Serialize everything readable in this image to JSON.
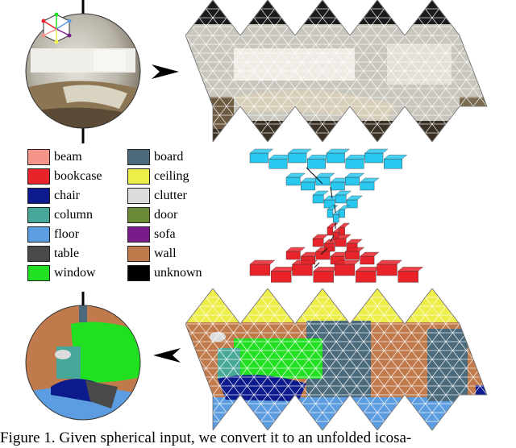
{
  "legend": {
    "items": [
      {
        "label": "beam",
        "color": "#f4948a"
      },
      {
        "label": "bookcase",
        "color": "#e8232a"
      },
      {
        "label": "chair",
        "color": "#0b1a8c"
      },
      {
        "label": "column",
        "color": "#47a89a"
      },
      {
        "label": "floor",
        "color": "#5c9ce0"
      },
      {
        "label": "table",
        "color": "#4a4a4a"
      },
      {
        "label": "window",
        "color": "#21e021"
      },
      {
        "label": "board",
        "color": "#4b6b7c"
      },
      {
        "label": "ceiling",
        "color": "#eeee4a"
      },
      {
        "label": "clutter",
        "color": "#dcdcdc"
      },
      {
        "label": "door",
        "color": "#6b8a38"
      },
      {
        "label": "sofa",
        "color": "#7a1b8c"
      },
      {
        "label": "wall",
        "color": "#c07a4c"
      },
      {
        "label": "unknown",
        "color": "#000000"
      }
    ]
  },
  "colors": {
    "network_upper": "#29c8f0",
    "network_lower": "#e8232a",
    "photo_bg": "#c9c6bd"
  },
  "caption": "Figure 1. Given spherical input, we convert it to an unfolded icosa-"
}
